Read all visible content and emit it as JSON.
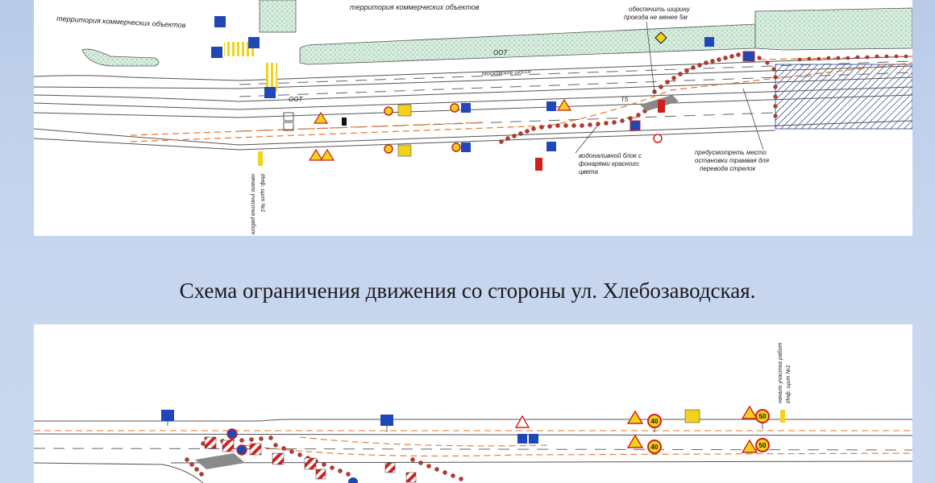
{
  "caption": "Схема ограничения движения со стороны ул. Хлебозаводская.",
  "top_scheme": {
    "labels": {
      "territory_left": "территория коммерческих объектов",
      "territory_center": "территория коммерческих объектов",
      "road_name": "Московское шоссе",
      "oot_1": "ООТ",
      "oot_2": "ООТ",
      "tram_stop": "Т5",
      "note_width_1": "обеспечить ширину",
      "note_width_2": "проезда не менее 5м",
      "note_water_1": "водоналивной блок с",
      "note_water_2": "фонарями красного",
      "note_water_3": "цвета",
      "note_stop_1": "предусмотреть место",
      "note_stop_2": "остановки трамвая для",
      "note_stop_3": "перевода стрелок",
      "start_work_1": "начало участка работ",
      "start_work_2": "Инф. щит №1"
    }
  },
  "bottom_scheme": {
    "labels": {
      "start_work_1": "начало участка работ",
      "start_work_2": "Инф. щит №1"
    },
    "speed_limits": [
      "40",
      "40",
      "50",
      "50"
    ]
  },
  "colors": {
    "road_line": "#555555",
    "orange": "#e8752a",
    "sign_blue": "#1f47b8",
    "sign_yellow": "#f2d21a",
    "green_area": "#cfe8d8",
    "red": "#d11f1f"
  }
}
